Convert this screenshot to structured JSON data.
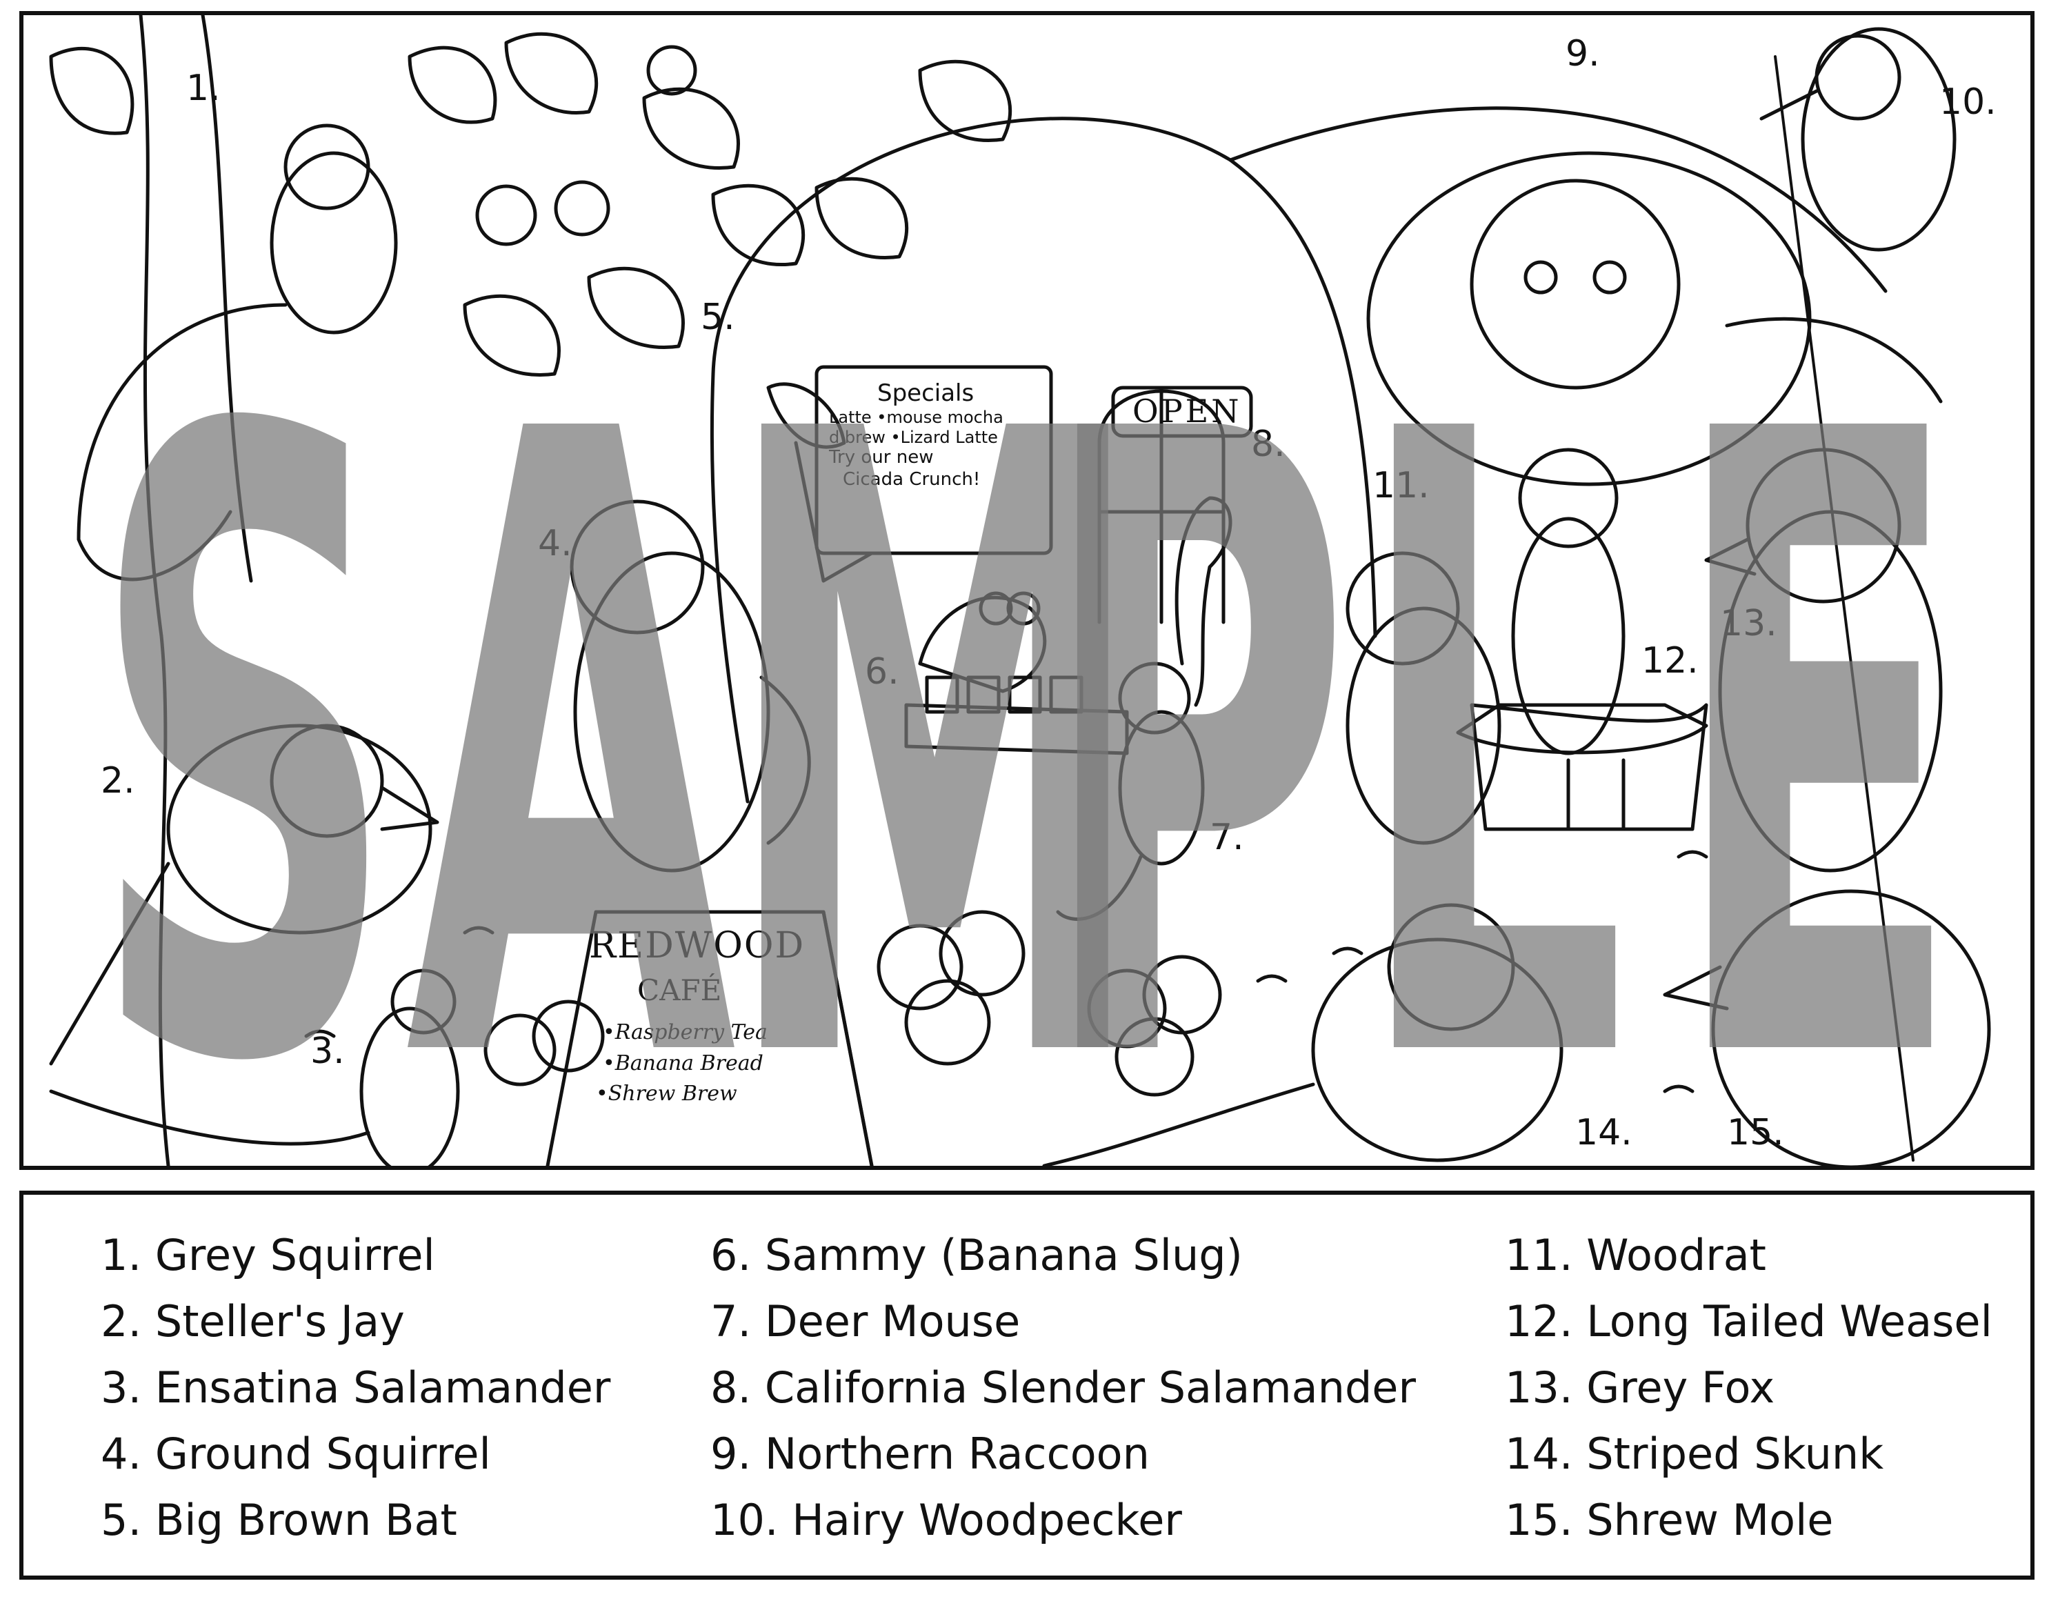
{
  "scene": {
    "numbers": [
      "1.",
      "2.",
      "3.",
      "4.",
      "5.",
      "6.",
      "7.",
      "8.",
      "9.",
      "10.",
      "11.",
      "12.",
      "13.",
      "14.",
      "15."
    ],
    "open_sign": "OPEN",
    "board": {
      "line1": "Specials",
      "line2": "Latte •mouse mocha",
      "line3": "d brew •Lizard Latte",
      "line4": "Try our new",
      "line5": "Cicada Crunch!"
    },
    "sandwich_sign": {
      "name": "Redwood",
      "subtitle": "Café",
      "item1": "•Raspberry Tea",
      "item2": "•Banana Bread",
      "item3": "•Shrew Brew"
    }
  },
  "watermark": "SAMPLE",
  "legend": {
    "col1": [
      "1. Grey Squirrel",
      "2. Steller's Jay",
      "3. Ensatina Salamander",
      "4. Ground Squirrel",
      "5. Big Brown Bat"
    ],
    "col2": [
      "6. Sammy (Banana Slug)",
      "7. Deer Mouse",
      "8. California Slender Salamander",
      "9. Northern Raccoon",
      "10. Hairy Woodpecker"
    ],
    "col3": [
      "11. Woodrat",
      "12. Long Tailed Weasel",
      "13. Grey Fox",
      "14. Striped Skunk",
      "15. Shrew Mole"
    ]
  }
}
